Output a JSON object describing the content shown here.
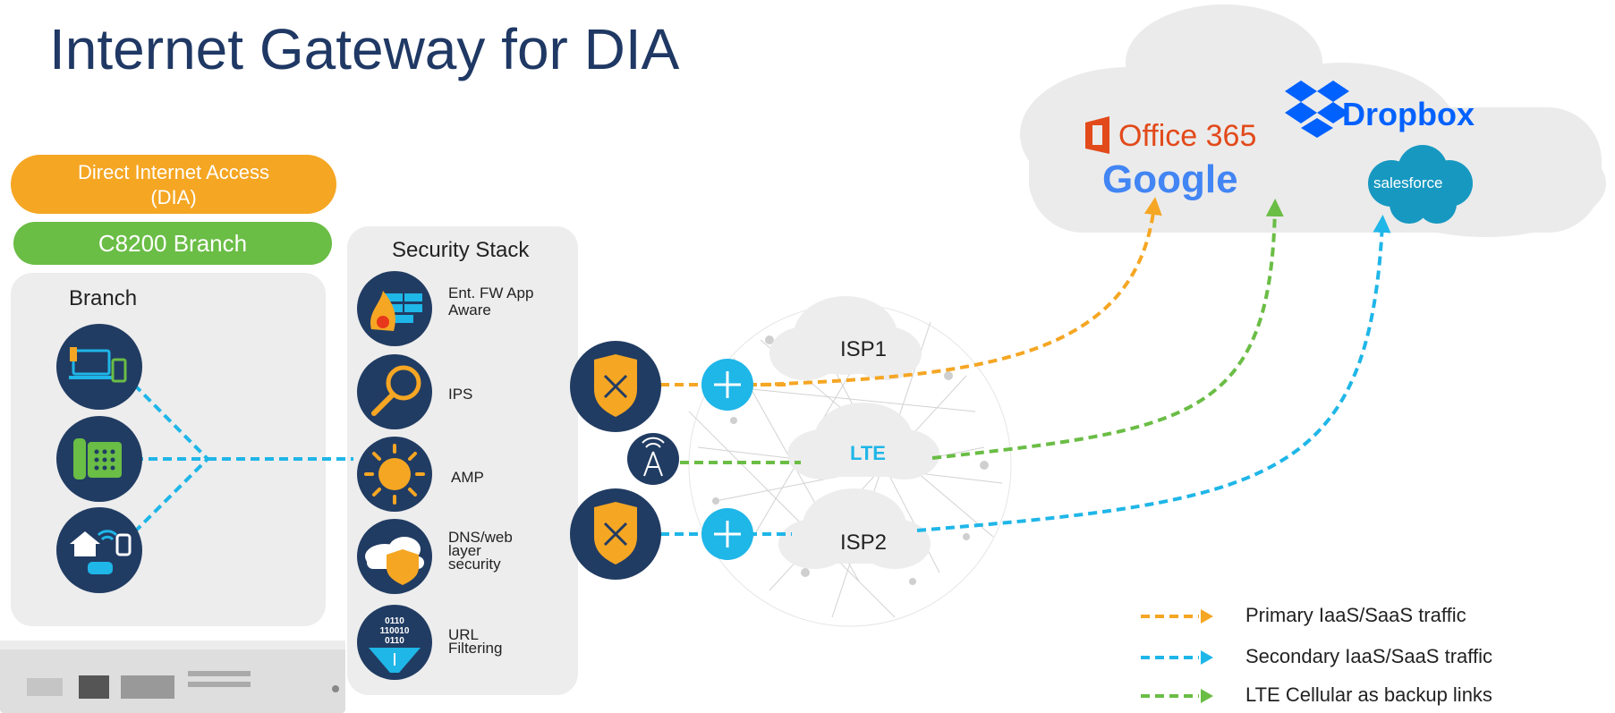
{
  "title": "Internet Gateway for DIA",
  "dia_pill": {
    "line1": "Direct Internet Access",
    "line2": "(DIA)"
  },
  "branch_pill": "C8200 Branch",
  "branch_label": "Branch",
  "security_stack": {
    "label": "Security Stack",
    "items": [
      {
        "line1": "Ent. FW App",
        "line2": "Aware",
        "icon": "firewall-icon"
      },
      {
        "line1": "IPS",
        "icon": "magnifier-icon"
      },
      {
        "line1": "AMP",
        "icon": "malware-bug-icon"
      },
      {
        "line1": "DNS/web",
        "line2": "layer",
        "line3": "security",
        "icon": "cloud-shield-icon"
      },
      {
        "line1": "URL",
        "line2": "Filtering",
        "icon": "binary-filter-icon"
      }
    ]
  },
  "branch_icons": [
    "devices-icon",
    "phone-icon",
    "iot-home-car-icon"
  ],
  "clouds": {
    "isp1": "ISP1",
    "lte": "LTE",
    "isp2": "ISP2"
  },
  "saas": {
    "office": "Office 365",
    "google": "Google",
    "dropbox": "Dropbox",
    "salesforce": "salesforce"
  },
  "legend": [
    {
      "label": "Primary IaaS/SaaS traffic",
      "color": "#f5a623"
    },
    {
      "label": "Secondary IaaS/SaaS traffic",
      "color": "#1fb6e8"
    },
    {
      "label": "LTE Cellular as backup links",
      "color": "#6abd45"
    }
  ],
  "colors": {
    "navy": "#1f3864",
    "orange": "#f5a623",
    "green": "#6abd45",
    "cyan": "#1fb6e8",
    "panel": "#ededed",
    "icon_circle": "#213c63"
  }
}
